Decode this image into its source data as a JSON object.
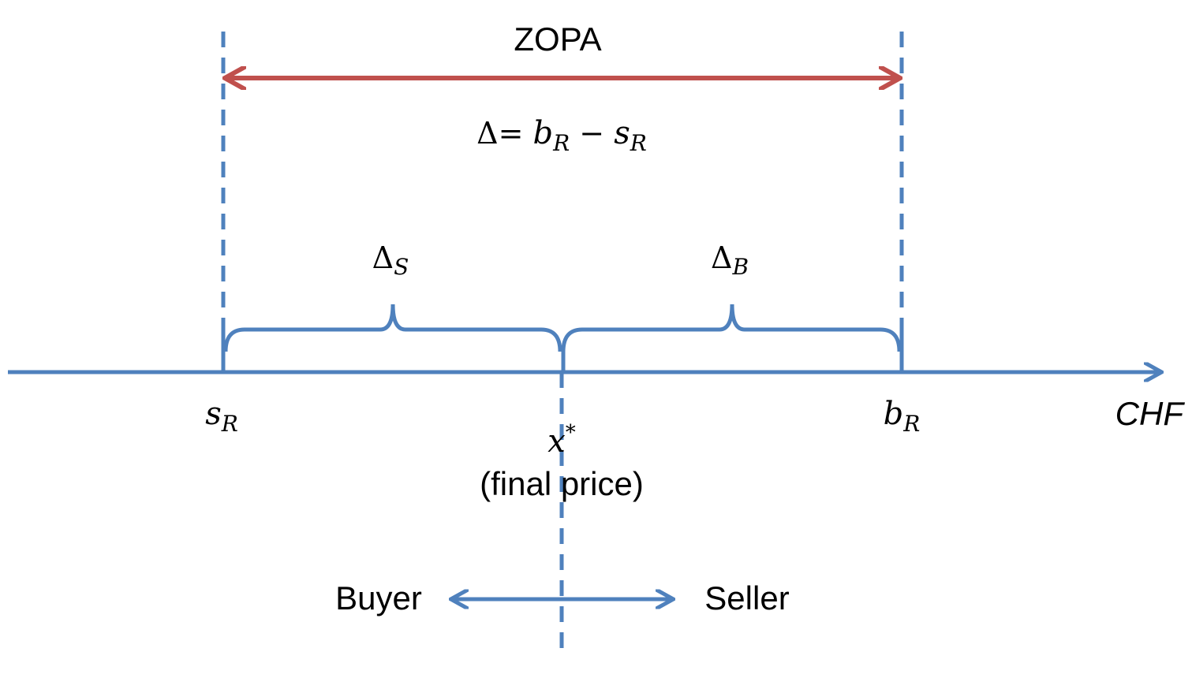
{
  "colors": {
    "primary": "#4f81bd",
    "zopa_arrow": "#c0504d",
    "text": "#000000"
  },
  "zopa": {
    "label": "ZOPA",
    "formula": {
      "delta": "Δ",
      "equals": "= ",
      "b": "b",
      "b_sub": "R",
      "minus": " − ",
      "s": "s",
      "s_sub": "R"
    }
  },
  "surplus": {
    "seller": {
      "symbol": "Δ",
      "sub": "S"
    },
    "buyer": {
      "symbol": "Δ",
      "sub": "B"
    }
  },
  "axis": {
    "unit": "CHF",
    "seller_reservation": {
      "symbol": "s",
      "sub": "R"
    },
    "buyer_reservation": {
      "symbol": "b",
      "sub": "R"
    }
  },
  "final_price": {
    "symbol": "x",
    "sup": "*",
    "label": "(final price)"
  },
  "direction": {
    "left": "Buyer",
    "right": "Seller"
  }
}
